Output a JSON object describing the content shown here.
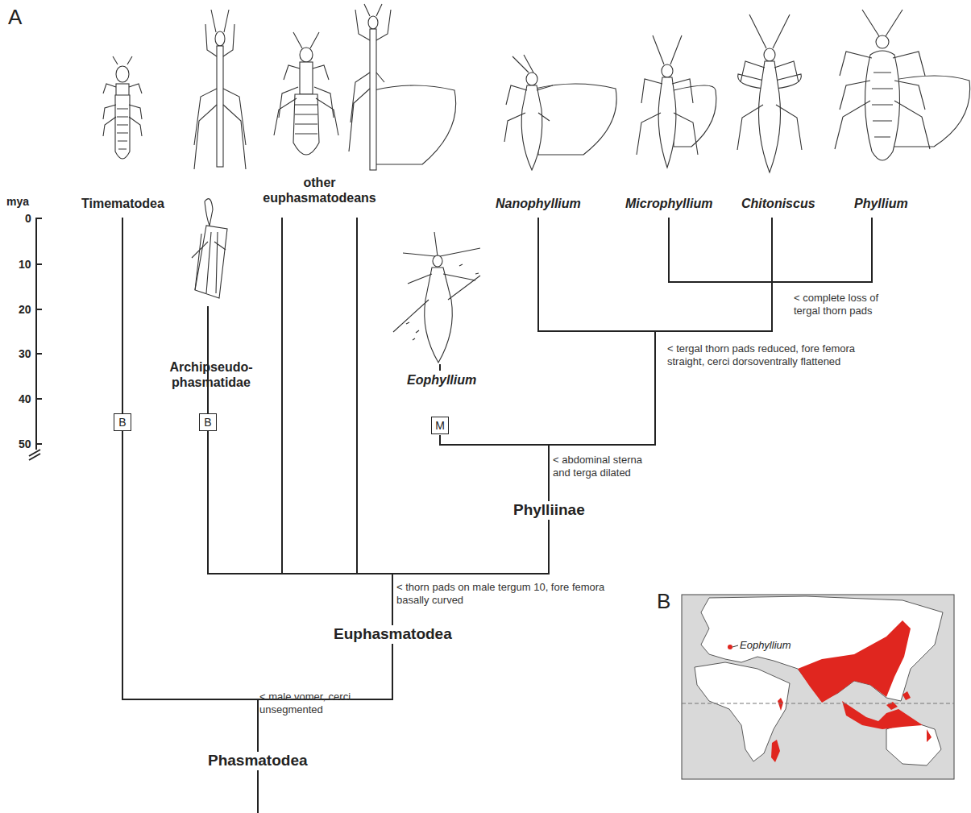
{
  "diagram": {
    "nodes": [
      {
        "text": [
          "B"
        ]
      },
      {
        "text": [
          "B"
        ]
      },
      {
        "text": [
          "M"
        ]
      },
      {
        "text": [
          "Eophyllium"
        ]
      }
    ],
    "labels": [
      "A",
      "mya",
      "0",
      "10",
      "20",
      "30",
      "40",
      "50",
      "Timematodea",
      "Archipseudo- phasmatidae",
      "other euphasmatodeans",
      "Eophyllium",
      "Nanophyllium",
      "Microphyllium",
      "Chitoniscus",
      "Phyllium",
      "< complete loss of tergal thorn pads",
      "< tergal thorn pads reduced, fore femora straight, cerci dorsoventrally flattened",
      "< abdominal sterna and terga dilated",
      "Phylliinae",
      "< thorn pads on male tergum 10, fore femora basally curved",
      "Euphasmatodea",
      "< male vomer, cerci unsegmented",
      "Phasmatodea",
      "B"
    ]
  }
}
